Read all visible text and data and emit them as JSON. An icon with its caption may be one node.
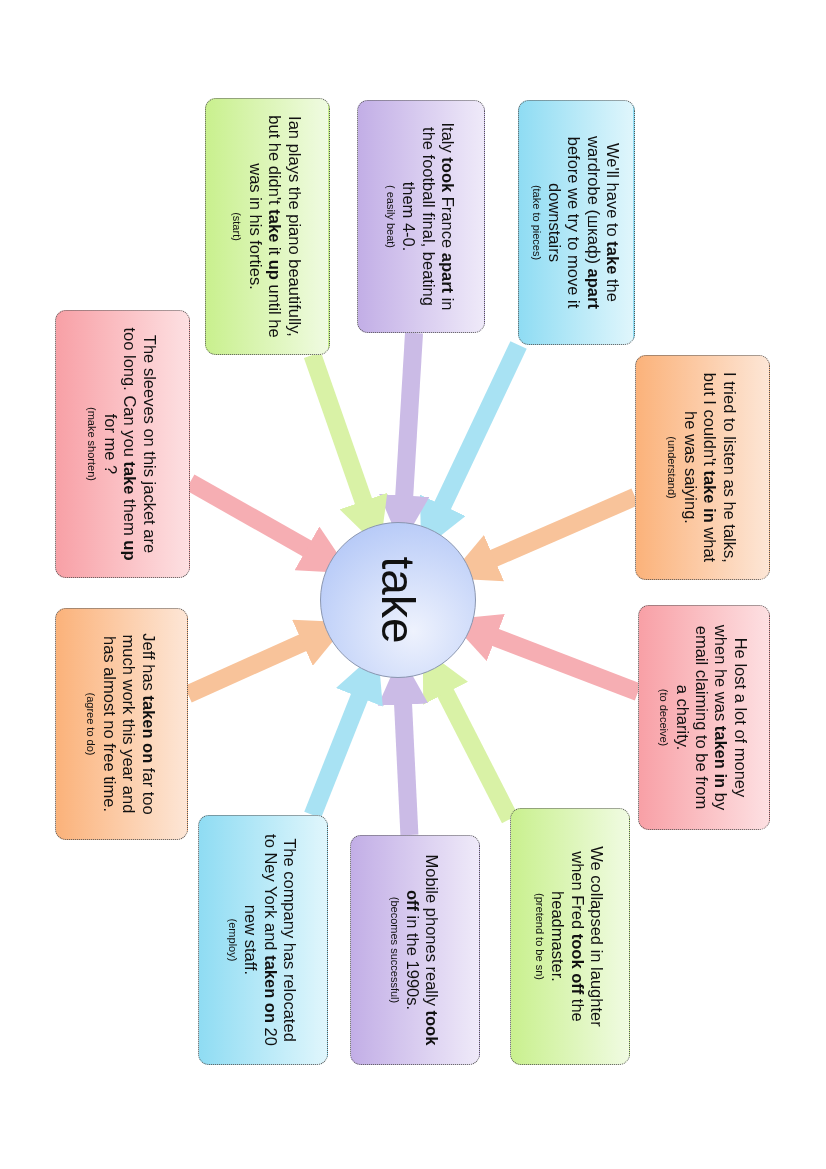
{
  "diagram": {
    "nodes": [
      {
        "text": [
          "take"
        ]
      },
      {
        "text": [
          "I tried to listen as he talks, but I couldn't **take in** what he was saiying.",
          "(understand)"
        ]
      },
      {
        "text": [
          "He lost a lot of money when he was **taken in** by email claiming to be from a charity.",
          "(to deceive)"
        ]
      },
      {
        "text": [
          "We'll have to **take** the wardrobe (шкаф) **apart** before we try to move it downstairs",
          "(take to pieces)"
        ]
      },
      {
        "text": [
          "We collapsed in laughter when Fred **took off** the headmaster.",
          "(pretend to be sn)"
        ]
      },
      {
        "text": [
          "Italy **took** France **apart** in the football final, beating them 4-0.",
          "( easily beat)"
        ]
      },
      {
        "text": [
          "Mobile phones really **took off** in the 1990s.",
          "(becomes successful)"
        ]
      },
      {
        "text": [
          "Ian plays the piano beautifully, but he didn't **take** it **up** until he was in his forties.",
          "(start)"
        ]
      },
      {
        "text": [
          "The company has relocated to Ney York and **taken on** 20 new staff.",
          "(employ)"
        ]
      },
      {
        "text": [
          "The sleeves on this jacket are too long. Can you **take** them **up** for me ?",
          "(make shorten)"
        ]
      },
      {
        "text": [
          "Jeff has **taken on** far too much work this year and has almost no free time.",
          "(agree to do)"
        ]
      }
    ],
    "edges": [
      {
        "from": 1,
        "to": 0,
        "arrow": "to",
        "color": "#f8c39a"
      },
      {
        "from": 2,
        "to": 0,
        "arrow": "to",
        "color": "#f6aeb3"
      },
      {
        "from": 3,
        "to": 0,
        "arrow": "to",
        "color": "#a8e2f3"
      },
      {
        "from": 4,
        "to": 0,
        "arrow": "to",
        "color": "#d9f2a6"
      },
      {
        "from": 5,
        "to": 0,
        "arrow": "to",
        "color": "#cbbbe6"
      },
      {
        "from": 6,
        "to": 0,
        "arrow": "to",
        "color": "#cbbbe6"
      },
      {
        "from": 7,
        "to": 0,
        "arrow": "to",
        "color": "#d9f2a6"
      },
      {
        "from": 8,
        "to": 0,
        "arrow": "to",
        "color": "#a8e2f3"
      },
      {
        "from": 9,
        "to": 0,
        "arrow": "to",
        "color": "#f6aeb3"
      },
      {
        "from": 10,
        "to": 0,
        "arrow": "to",
        "color": "#f8c39a"
      }
    ]
  }
}
